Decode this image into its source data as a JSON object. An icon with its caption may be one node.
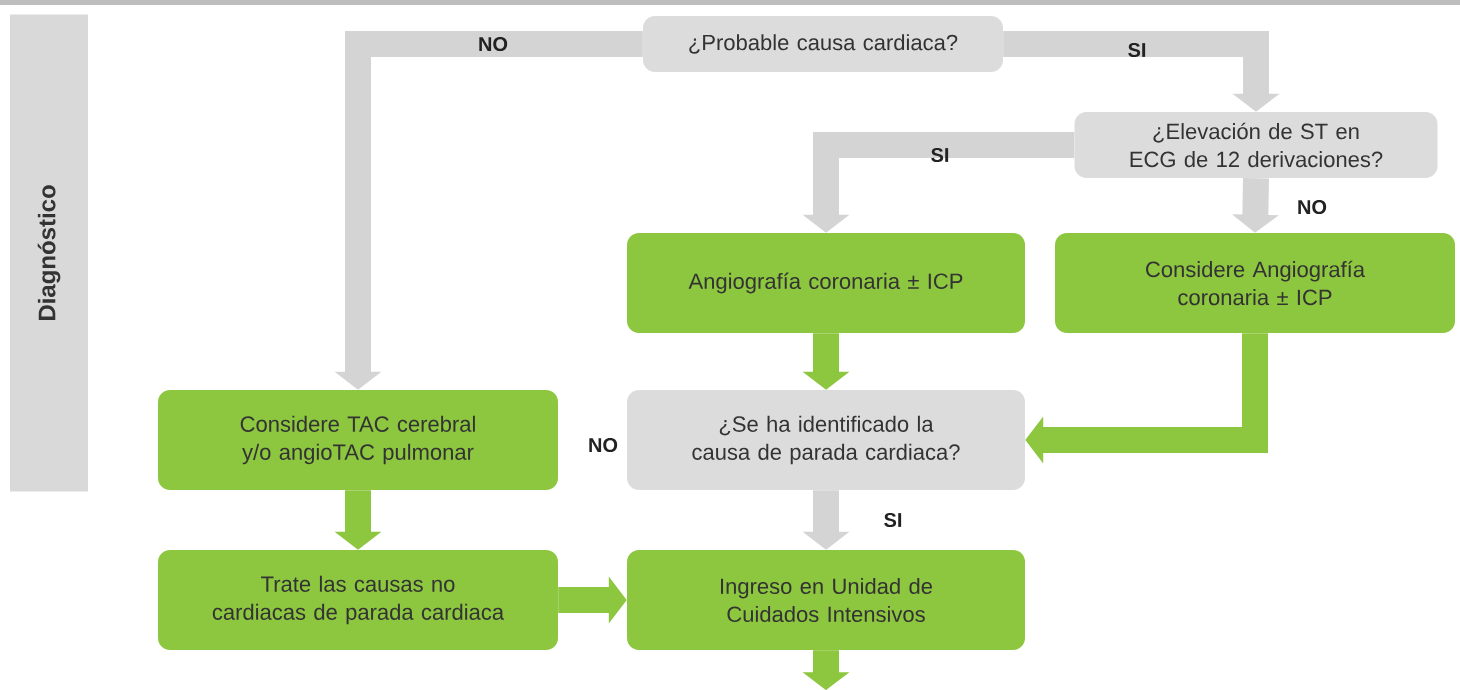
{
  "diagram": {
    "nodes": [
      {
        "text": [
          "Diagnóstico"
        ]
      },
      {
        "text": [
          "¿Probable causa cardiaca?"
        ]
      },
      {
        "text": [
          "¿Elevación de ST en ECG de 12 derivaciones?"
        ]
      },
      {
        "text": [
          "Angiografía coronaria ± ICP"
        ]
      },
      {
        "text": [
          "Considere Angiografía coronaria ± ICP"
        ]
      },
      {
        "text": [
          "Considere TAC cerebral y/o angioTAC pulmonar"
        ]
      },
      {
        "text": [
          "¿Se ha identificado la causa de parada cardiaca?"
        ]
      },
      {
        "text": [
          "Trate las causas no cardiacas de parada cardiaca"
        ]
      },
      {
        "text": [
          "Ingreso en Unidad de Cuidados Intensivos"
        ]
      }
    ],
    "edges": [
      {
        "from": 1,
        "to": 5,
        "arrow": "to",
        "label": "NO",
        "color": "#d4d4d4"
      },
      {
        "from": 1,
        "to": 2,
        "arrow": "to",
        "label": "SI",
        "color": "#d4d4d4"
      },
      {
        "from": 2,
        "to": 3,
        "arrow": "to",
        "label": "SI",
        "color": "#d4d4d4"
      },
      {
        "from": 2,
        "to": 4,
        "arrow": "to",
        "label": "NO",
        "color": "#d4d4d4"
      },
      {
        "from": 3,
        "to": 6,
        "arrow": "to",
        "color": "#8dc63f"
      },
      {
        "from": 4,
        "to": 6,
        "arrow": "to",
        "color": "#8dc63f"
      },
      {
        "from": 6,
        "to": 8,
        "arrow": "to",
        "label": "SI",
        "color": "#d4d4d4"
      },
      {
        "from": 5,
        "to": 7,
        "arrow": "to",
        "color": "#8dc63f"
      },
      {
        "from": 7,
        "to": 8,
        "arrow": "to",
        "color": "#8dc63f"
      },
      {
        "from": 8,
        "to": null,
        "arrow": "to",
        "color": "#8dc63f"
      }
    ],
    "labels": [
      "NO"
    ]
  }
}
